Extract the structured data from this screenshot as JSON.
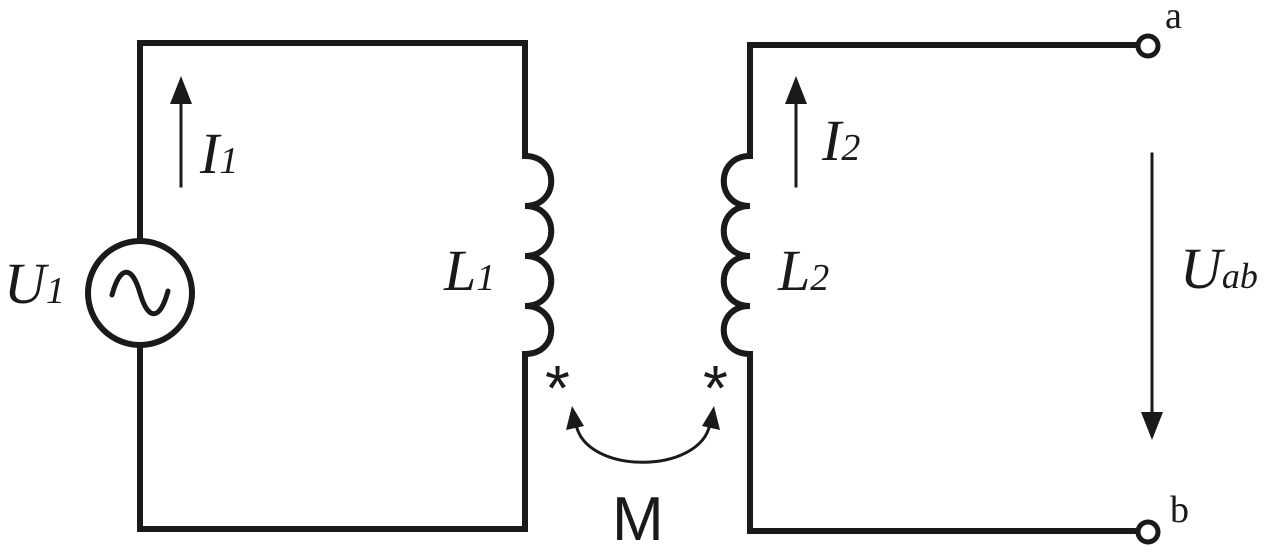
{
  "labels": {
    "source_voltage": {
      "main": "U",
      "sub": "1"
    },
    "primary_current": {
      "main": "I",
      "sub": "1"
    },
    "secondary_current": {
      "main": "I",
      "sub": "2"
    },
    "primary_inductor": {
      "main": "L",
      "sub": "1"
    },
    "secondary_inductor": {
      "main": "L",
      "sub": "2"
    },
    "output_voltage": {
      "main": "U",
      "sub": "ab"
    },
    "terminal_a": "a",
    "terminal_b": "b",
    "mutual_inductance": "M",
    "dot_mark_primary": "*",
    "dot_mark_secondary": "*"
  },
  "icons": {
    "source": "ac-source-icon",
    "coil": "inductor-coil-icon"
  }
}
